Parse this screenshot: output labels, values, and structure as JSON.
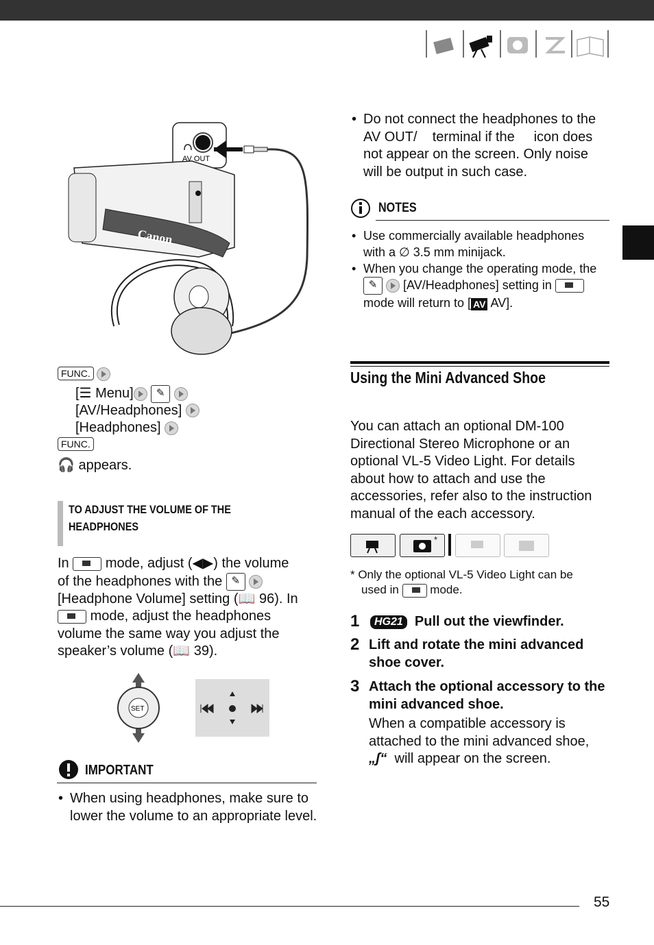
{
  "header": {
    "tab_icons": [
      "prepare-icon",
      "movie-icon",
      "photo-icon",
      "transfer-icon",
      "book-icon"
    ]
  },
  "figure1": {
    "jack_label": "AV OUT",
    "brand": "Canon"
  },
  "func_steps": {
    "func1": "FUNC.",
    "line1_prefix": "[",
    "line1_menu": "Menu]",
    "line2": "[AV/Headphones]",
    "line3": "[Headphones]",
    "func2": "FUNC.",
    "appears": "appears."
  },
  "adjust": {
    "heading_line1": "To adjust the volume of the",
    "heading_line2": "headphones",
    "p1": "In",
    "p2": "mode, adjust (◀▶) the volume",
    "p3": "of the headphones with the",
    "p4": "[Headphone Volume] setting (",
    "p5": "96). In",
    "p6": "mode, adjust the headphones",
    "p7": "volume the same way you adjust the",
    "p8": "speaker’s volume (",
    "p9": "39)."
  },
  "important": {
    "title": "IMPORTANT",
    "items": [
      "When using headphones, make sure to lower the volume to an appropriate level."
    ]
  },
  "right_top": {
    "bullet": "Do not connect the headphones to the AV OUT/    terminal if the     icon does not appear on the screen. Only noise will be output in such case."
  },
  "notes": {
    "title": "NOTES",
    "item1": "Use commercially available headphones with a ∅ 3.5 mm minijack.",
    "item2_a": "When you change the operating mode, the",
    "item2_b": "[AV/Headphones] setting in",
    "item2_c": "mode will return to [",
    "item2_av": "AV",
    "item2_d": "AV]."
  },
  "shoe": {
    "title": "Using the Mini Advanced Shoe",
    "paragraph": "You can attach an optional DM-100 Directional Stereo Microphone or an optional VL-5 Video Light. For details about how to attach and use the accessories, refer also to the instruction manual of the each accessory.",
    "footnote_a": "*  Only the optional VL-5 Video Light can be",
    "footnote_b": "used in",
    "footnote_c": "mode.",
    "steps": [
      {
        "num": "1",
        "badge": "HG21",
        "text": "Pull out the viewfinder."
      },
      {
        "num": "2",
        "text": "Lift and rotate the mini advanced shoe cover."
      },
      {
        "num": "3",
        "text": "Attach the optional accessory to the mini advanced shoe.",
        "detail_a": "When a compatible accessory is attached to the mini advanced shoe,",
        "detail_b": "will appear on the screen."
      }
    ]
  },
  "footer": {
    "page_number": "55"
  }
}
